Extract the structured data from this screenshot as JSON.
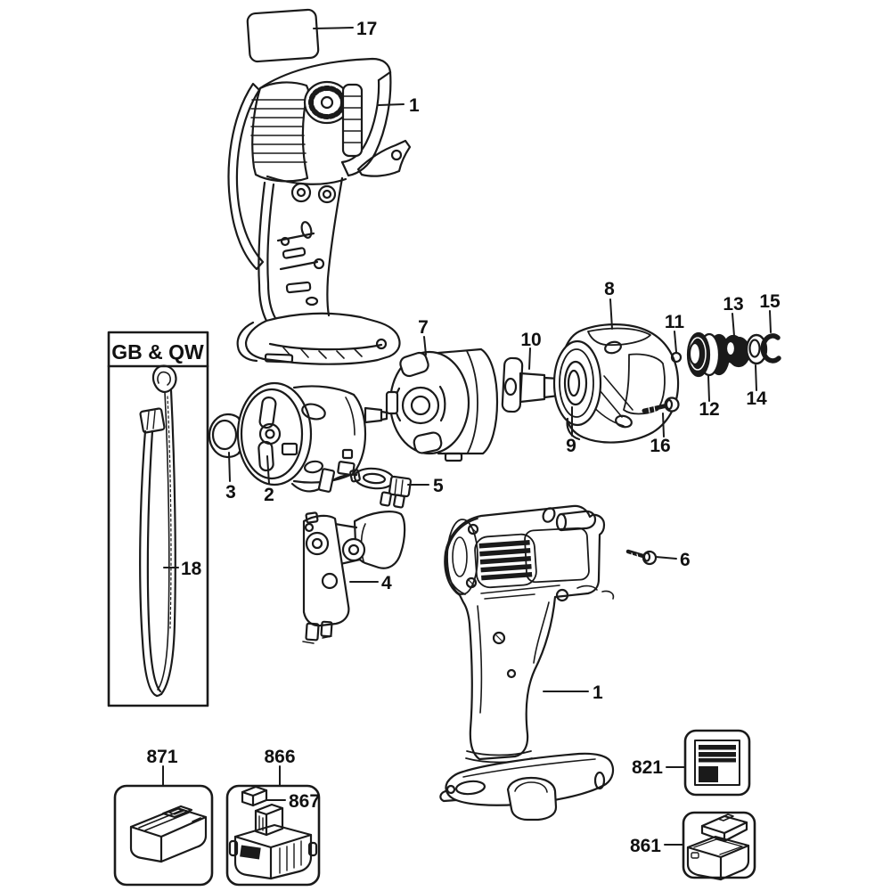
{
  "colors": {
    "background": "#ffffff",
    "line": "#1a1a1a",
    "text": "#111111",
    "fill_dark": "#1a1a1a"
  },
  "gb_box": {
    "label": "GB & QW"
  },
  "callouts": {
    "label_17": {
      "number": "17"
    },
    "housing_top_1": {
      "number": "1"
    },
    "strap_18": {
      "number": "18"
    },
    "ring_3": {
      "number": "3"
    },
    "motor_2": {
      "number": "2"
    },
    "lead_5": {
      "number": "5"
    },
    "gearbox_7": {
      "number": "7"
    },
    "spindle_10": {
      "number": "10"
    },
    "front_housing_8": {
      "number": "8"
    },
    "front_housing_9": {
      "number": "9"
    },
    "ball_11": {
      "number": "11"
    },
    "collar_12": {
      "number": "12"
    },
    "ring_13": {
      "number": "13"
    },
    "washer_14": {
      "number": "14"
    },
    "clip_15": {
      "number": "15"
    },
    "screw_16": {
      "number": "16"
    },
    "switch_4": {
      "number": "4"
    },
    "housing_right_1": {
      "number": "1"
    },
    "screw_6": {
      "number": "6"
    },
    "charger_871": {
      "number": "871"
    },
    "battery_866": {
      "number": "866"
    },
    "cap_867": {
      "number": "867"
    },
    "label_kit_821": {
      "number": "821"
    },
    "kitbox_861": {
      "number": "861"
    }
  }
}
